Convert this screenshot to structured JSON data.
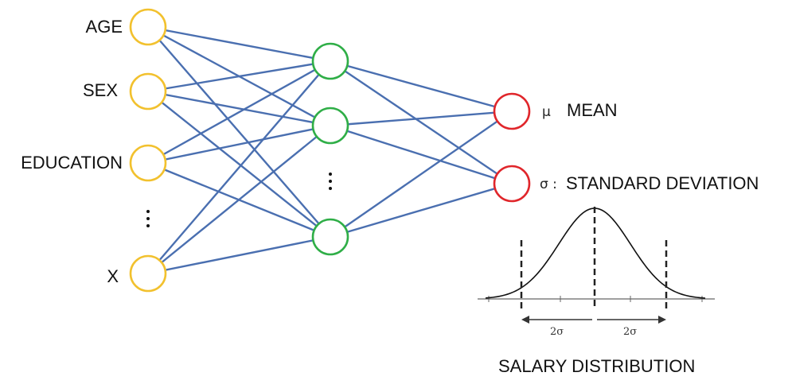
{
  "inputs": [
    {
      "label": "AGE"
    },
    {
      "label": "SEX"
    },
    {
      "label": "EDUCATION"
    },
    {
      "label": "X"
    }
  ],
  "outputs": [
    {
      "symbol": "μ",
      "label": "MEAN"
    },
    {
      "symbol": "σ :",
      "label": "STANDARD DEVIATION"
    }
  ],
  "distribution": {
    "title": "SALARY DISTRIBUTION",
    "left_span_label": "2σ",
    "right_span_label": "2σ"
  },
  "colors": {
    "input_node": "#f2c12e",
    "hidden_node": "#2fae47",
    "output_node": "#e0262b",
    "edge": "#4a6fb0",
    "curve": "#111111"
  }
}
